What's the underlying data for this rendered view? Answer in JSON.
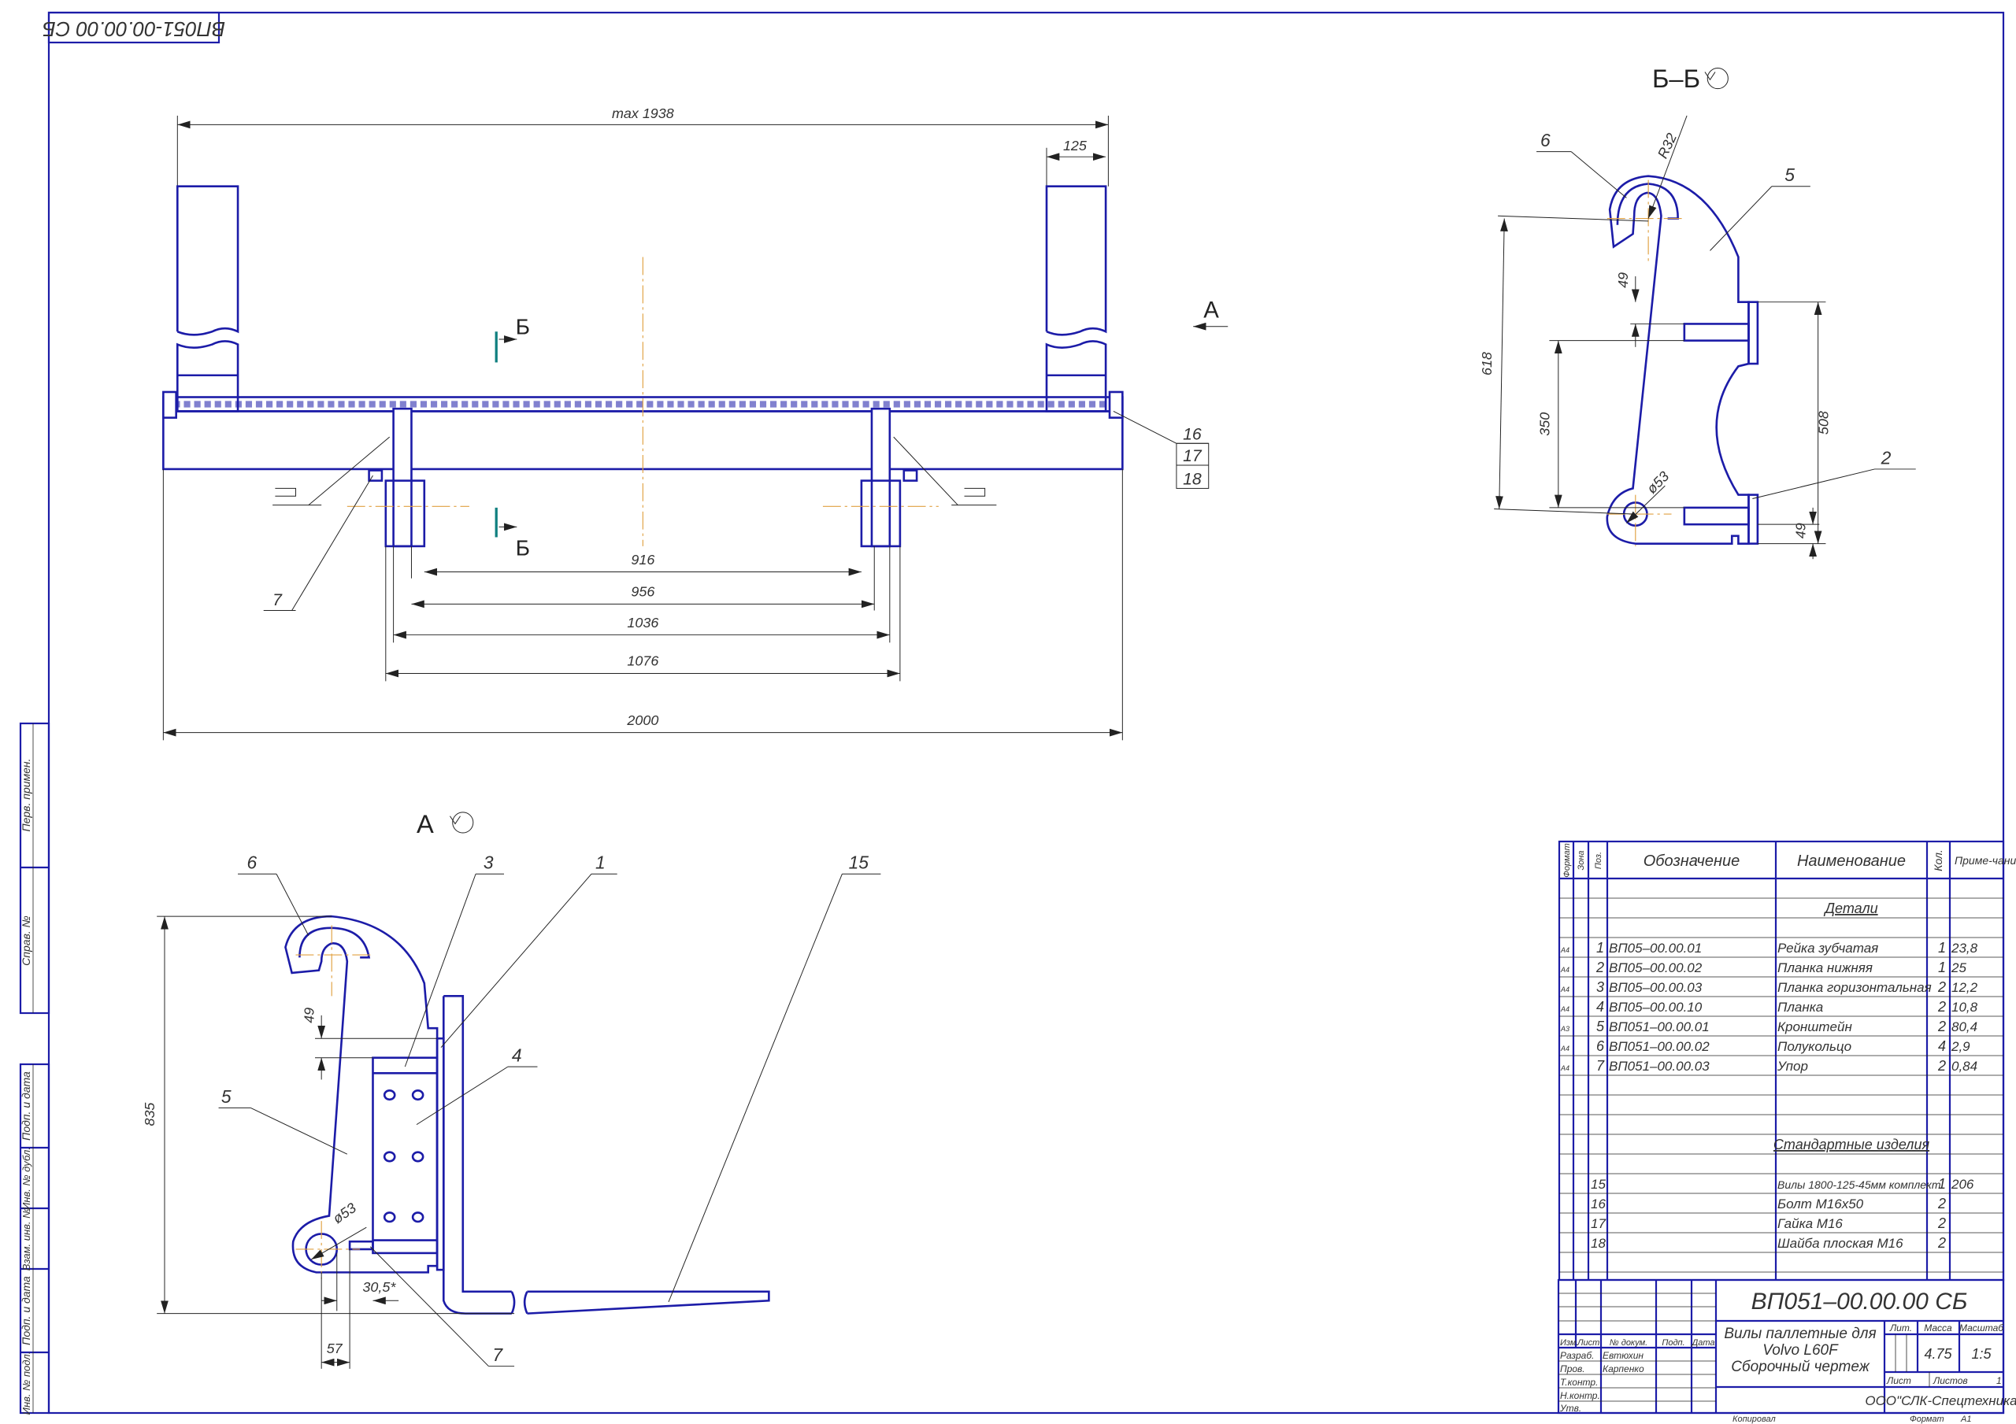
{
  "stamp_top": "ВП051-00.00.00 СБ",
  "side_strip": {
    "first_use": "Перв. примен.",
    "ref_no": "Справ. №",
    "sign_date_1": "Подп. и дата",
    "dup_inv": "Инв. № дубл.",
    "replace_inv": "Взам. инв. №",
    "sign_date_2": "Подп. и дата",
    "orig_inv": "Инв. № подл."
  },
  "top_view": {
    "dims": {
      "max": "max 1938",
      "d125": "125",
      "d916": "916",
      "d956": "956",
      "d1036": "1036",
      "d1076": "1076",
      "d2000": "2000"
    },
    "section_mark": "Б",
    "view_mark": "А",
    "leaders": {
      "p16": "16",
      "p17": "17",
      "p18": "18",
      "p7": "7"
    }
  },
  "section_bb": {
    "title": "Б–Б",
    "dims": {
      "d618": "618",
      "d350": "350",
      "d508": "508",
      "d49a": "49",
      "d49b": "49",
      "r32": "R32",
      "dia53": "ø53"
    },
    "leaders": {
      "p6": "6",
      "p5": "5",
      "p2": "2"
    }
  },
  "view_a": {
    "title": "А",
    "dims": {
      "d835": "835",
      "d49": "49",
      "dia53": "ø53",
      "d30": "30,5*",
      "d57": "57"
    },
    "leaders": {
      "p6": "6",
      "p3": "3",
      "p1": "1",
      "p15": "15",
      "p4": "4",
      "p5": "5",
      "p7": "7"
    }
  },
  "spec_table": {
    "headers": {
      "format": "Формат",
      "zone": "Зона",
      "pos": "Поз.",
      "designation": "Обозначение",
      "name": "Наименование",
      "qty": "Кол.",
      "note": "Приме-чание"
    },
    "section_parts": "Детали",
    "section_standard": "Стандартные изделия",
    "parts": [
      {
        "format": "A4",
        "pos": "1",
        "designation": "ВП05–00.00.01",
        "name": "Рейка зубчатая",
        "qty": "1",
        "note": "23,8"
      },
      {
        "format": "A4",
        "pos": "2",
        "designation": "ВП05–00.00.02",
        "name": "Планка нижняя",
        "qty": "1",
        "note": "25"
      },
      {
        "format": "A4",
        "pos": "3",
        "designation": "ВП05–00.00.03",
        "name": "Планка горизонтальная",
        "qty": "2",
        "note": "12,2"
      },
      {
        "format": "A4",
        "pos": "4",
        "designation": "ВП05–00.00.10",
        "name": "Планка",
        "qty": "2",
        "note": "10,8"
      },
      {
        "format": "A3",
        "pos": "5",
        "designation": "ВП051–00.00.01",
        "name": "Кронштейн",
        "qty": "2",
        "note": "80,4"
      },
      {
        "format": "A4",
        "pos": "6",
        "designation": "ВП051–00.00.02",
        "name": "Полукольцо",
        "qty": "4",
        "note": "2,9"
      },
      {
        "format": "A4",
        "pos": "7",
        "designation": "ВП051–00.00.03",
        "name": "Упор",
        "qty": "2",
        "note": "0,84"
      }
    ],
    "standard": [
      {
        "pos": "15",
        "name": "Вилы 1800-125-45мм комплект",
        "qty": "1",
        "note": "206"
      },
      {
        "pos": "16",
        "name": "Болт М16х50",
        "qty": "2",
        "note": ""
      },
      {
        "pos": "17",
        "name": "Гайка М16",
        "qty": "2",
        "note": ""
      },
      {
        "pos": "18",
        "name": "Шайба плоская М16",
        "qty": "2",
        "note": ""
      }
    ]
  },
  "title_block": {
    "designation": "ВП051–00.00.00 СБ",
    "name_line1": "Вилы паллетные для",
    "name_line2": "Volvo L60F",
    "name_line3": "Сборочный чертеж",
    "col_change": "Изм.",
    "col_sheet": "Лист",
    "col_doc": "№ докум.",
    "col_sign": "Подп.",
    "col_date": "Дата",
    "role_dev": "Разраб.",
    "dev_name": "Евтюхин",
    "role_check": "Пров.",
    "check_name": "Карпенко",
    "role_tcontrol": "Т.контр.",
    "role_ncontrol": "Н.контр.",
    "role_approve": "Утв.",
    "lit_label": "Лит.",
    "mass_label": "Масса",
    "scale_label": "Масштаб",
    "mass": "4.75",
    "scale": "1:5",
    "sheet_label": "Лист",
    "sheets_label": "Листов",
    "sheets": "1",
    "company": "ООО\"СЛК-Спецтехника\"",
    "copied": "Копировал",
    "format_label": "Формат",
    "format": "A1"
  },
  "colors": {
    "line": "#1c1ca8",
    "centerline": "#e0a040",
    "section_mark": "#108080"
  }
}
